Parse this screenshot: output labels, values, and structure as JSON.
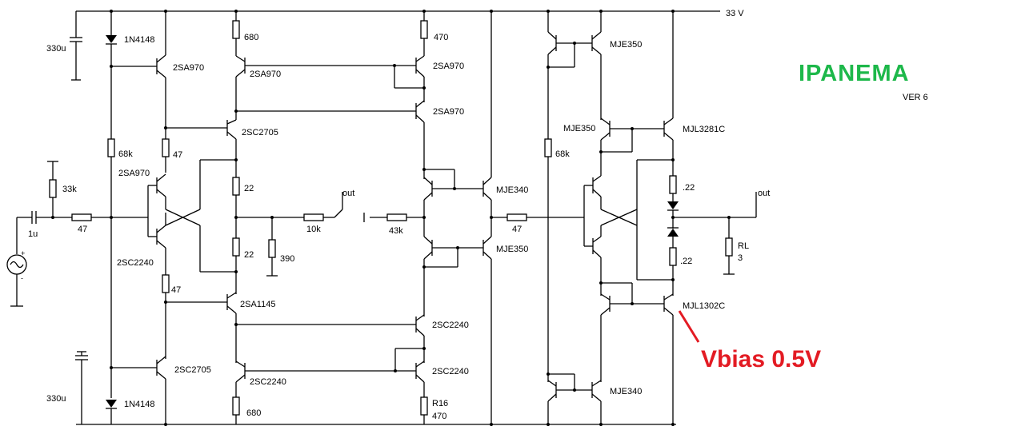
{
  "title": "IPANEMA",
  "version": "VER 6",
  "annotation": "Vbias 0.5V",
  "colors": {
    "title": "#1db84a",
    "annotation": "#e31b23",
    "wire": "#000000"
  },
  "supply": "33 V",
  "labels": {
    "c_in": "1u",
    "r_in": "47",
    "r_bias": "33k",
    "c_top": "330u",
    "c_bot": "330u",
    "d_top": "1N4148",
    "d_bot": "1N4148",
    "r68k_l": "68k",
    "q_top1": "2SA970",
    "q_in_p": "2SA970",
    "q_in_n": "2SC2240",
    "r47_top": "47",
    "r47_bot": "47",
    "q_bot1": "2SC2705",
    "r680_top": "680",
    "r680_bot": "680",
    "q_mir_t": "2SA970",
    "q_mir_b": "2SC2240",
    "q_casc_t": "2SC2705",
    "q_casc_b": "2SA1145",
    "r22_t": "22",
    "r22_b": "22",
    "r390": "390",
    "r10k": "10k",
    "out1": "out",
    "r470_top": "470",
    "q_r1": "2SA970",
    "q_r2": "2SA970",
    "q_r3": "2SC2240",
    "q_r4": "2SC2240",
    "r16": "R16",
    "r16_val": "470",
    "r43k": "43k",
    "q_vas_t": "MJE340",
    "q_vas_b": "MJE350",
    "r47_mid": "47",
    "r68k_r": "68k",
    "q_o1": "MJE350",
    "q_o2": "MJE350",
    "q_o3": "MJL3281C",
    "q_o4": "MJL1302C",
    "q_o5": "MJE340",
    "re_t": ".22",
    "re_b": ".22",
    "out2": "out",
    "rl": "RL",
    "rl_val": "3"
  }
}
